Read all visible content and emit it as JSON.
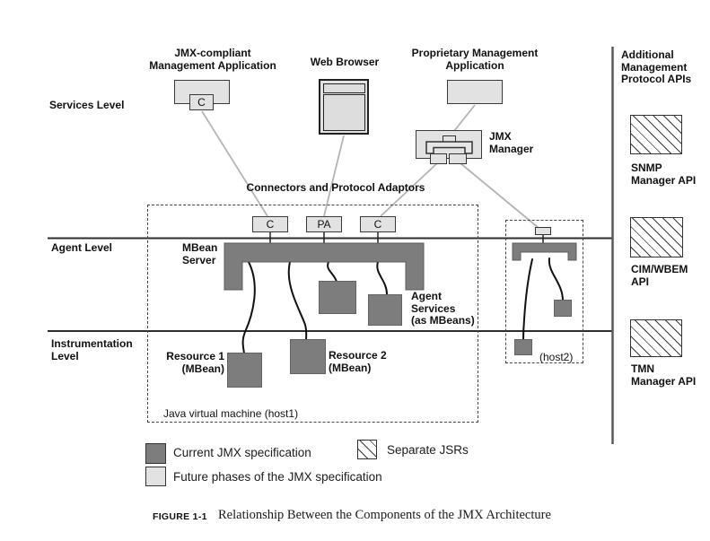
{
  "colors": {
    "dark_fill": "#7d7d7d",
    "light_fill": "#e2e2e2",
    "link_line": "#b4b4b4",
    "stroke": "#333333"
  },
  "levels": {
    "services": "Services Level",
    "agent": "Agent Level",
    "instrumentation": [
      "Instrumentation",
      "Level"
    ]
  },
  "diagram": {
    "jmx_app": [
      "JMX-compliant",
      "Management Application"
    ],
    "jmx_app_chip": "C",
    "web_browser": "Web Browser",
    "prop_app": [
      "Proprietary Management",
      "Application"
    ],
    "jmx_manager": [
      "JMX",
      "Manager"
    ],
    "connectors_title": "Connectors and Protocol Adaptors",
    "connector_chips": [
      "C",
      "PA",
      "C"
    ],
    "mbean_server": [
      "MBean",
      "Server"
    ],
    "agent_services": [
      "Agent",
      "Services",
      "(as MBeans)"
    ],
    "resource1": [
      "Resource 1",
      "(MBean)"
    ],
    "resource2": [
      "Resource 2",
      "(MBean)"
    ],
    "jvm_label": "Java virtual machine (host1)",
    "host2_label": "(host2)"
  },
  "right_panel": {
    "header": [
      "Additional",
      "Management",
      "Protocol APIs"
    ],
    "apis": [
      {
        "lines": [
          "SNMP",
          "Manager API"
        ]
      },
      {
        "lines": [
          "CIM/WBEM",
          "API"
        ]
      },
      {
        "lines": [
          "TMN",
          "Manager API"
        ]
      }
    ]
  },
  "legend": {
    "current": "Current JMX specification",
    "separate": "Separate JSRs",
    "future": "Future phases of the JMX specification"
  },
  "caption": {
    "label": "FIGURE 1-1",
    "text": "Relationship Between the Components of the JMX Architecture"
  }
}
